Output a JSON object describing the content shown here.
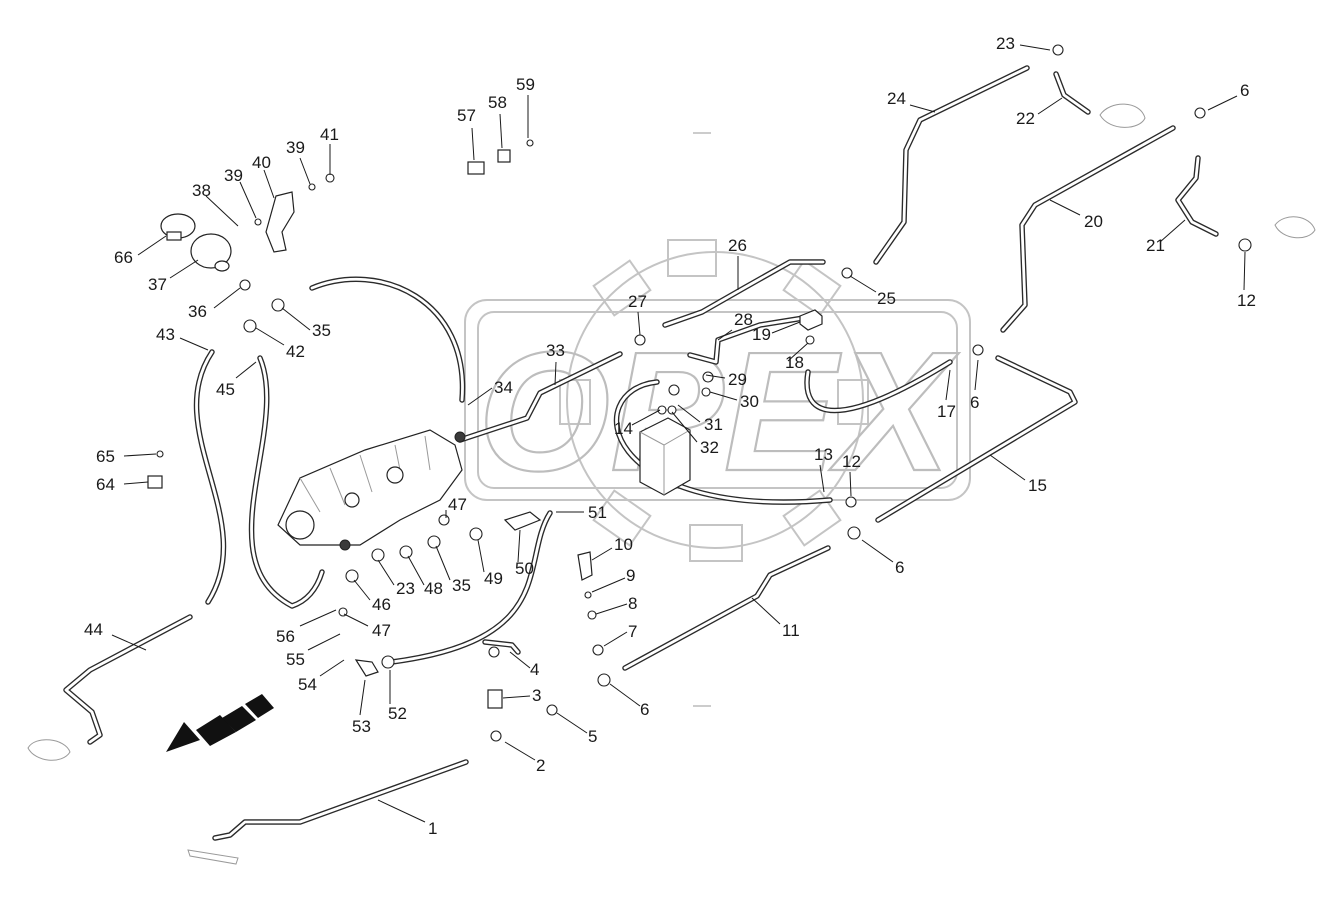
{
  "diagram": {
    "watermark_text": "OPEX",
    "callouts": [
      {
        "label": "1"
      },
      {
        "label": "2"
      },
      {
        "label": "3"
      },
      {
        "label": "4"
      },
      {
        "label": "5"
      },
      {
        "label": "6"
      },
      {
        "label": "6"
      },
      {
        "label": "6"
      },
      {
        "label": "6"
      },
      {
        "label": "7"
      },
      {
        "label": "8"
      },
      {
        "label": "9"
      },
      {
        "label": "10"
      },
      {
        "label": "11"
      },
      {
        "label": "12"
      },
      {
        "label": "12"
      },
      {
        "label": "13"
      },
      {
        "label": "14"
      },
      {
        "label": "15"
      },
      {
        "label": "17"
      },
      {
        "label": "18"
      },
      {
        "label": "19"
      },
      {
        "label": "20"
      },
      {
        "label": "21"
      },
      {
        "label": "22"
      },
      {
        "label": "23"
      },
      {
        "label": "23"
      },
      {
        "label": "24"
      },
      {
        "label": "25"
      },
      {
        "label": "26"
      },
      {
        "label": "27"
      },
      {
        "label": "28"
      },
      {
        "label": "29"
      },
      {
        "label": "30"
      },
      {
        "label": "31"
      },
      {
        "label": "32"
      },
      {
        "label": "33"
      },
      {
        "label": "34"
      },
      {
        "label": "35"
      },
      {
        "label": "35"
      },
      {
        "label": "36"
      },
      {
        "label": "37"
      },
      {
        "label": "38"
      },
      {
        "label": "39"
      },
      {
        "label": "39"
      },
      {
        "label": "40"
      },
      {
        "label": "41"
      },
      {
        "label": "42"
      },
      {
        "label": "43"
      },
      {
        "label": "44"
      },
      {
        "label": "45"
      },
      {
        "label": "46"
      },
      {
        "label": "47"
      },
      {
        "label": "47"
      },
      {
        "label": "48"
      },
      {
        "label": "49"
      },
      {
        "label": "50"
      },
      {
        "label": "51"
      },
      {
        "label": "52"
      },
      {
        "label": "53"
      },
      {
        "label": "54"
      },
      {
        "label": "55"
      },
      {
        "label": "56"
      },
      {
        "label": "57"
      },
      {
        "label": "58"
      },
      {
        "label": "59"
      },
      {
        "label": "64"
      },
      {
        "label": "65"
      },
      {
        "label": "66"
      }
    ]
  }
}
